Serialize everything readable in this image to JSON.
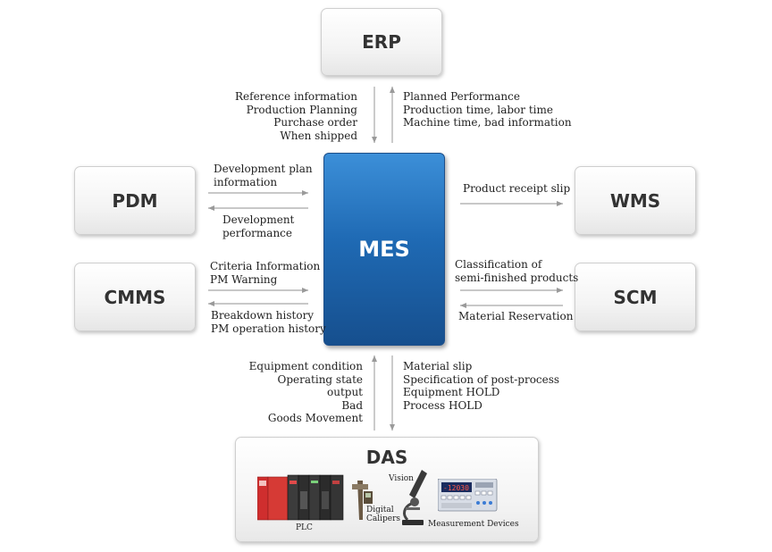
{
  "nodes": {
    "erp": "ERP",
    "pdm": "PDM",
    "wms": "WMS",
    "cmms": "CMMS",
    "scm": "SCM",
    "mes": "MES",
    "das": "DAS"
  },
  "flows": {
    "erp_to_mes": [
      "Reference information",
      "Production Planning",
      "Purchase order",
      "When shipped"
    ],
    "mes_to_erp": [
      "Planned Performance",
      "Production time, labor time",
      "Machine time, bad information"
    ],
    "pdm_to_mes": [
      "Development plan",
      "information"
    ],
    "mes_to_pdm": [
      "Development",
      "performance"
    ],
    "mes_to_wms": [
      "Product receipt slip"
    ],
    "cmms_to_mes": [
      "Criteria Information",
      "PM Warning"
    ],
    "mes_to_cmms": [
      "Breakdown history",
      "PM operation history"
    ],
    "mes_to_scm": [
      "Classification of",
      "semi-finished products"
    ],
    "scm_to_mes": [
      "Material Reservation"
    ],
    "das_to_mes": [
      "Equipment condition",
      "Operating state",
      "output",
      "Bad",
      "Goods Movement"
    ],
    "mes_to_das": [
      "Material slip",
      "Specification of post-process",
      "Equipment HOLD",
      "Process HOLD"
    ]
  },
  "das_devices": {
    "plc": "PLC",
    "calipers": [
      "Digital",
      "Calipers"
    ],
    "vision": "Vision",
    "measurement": "Measurement Devices",
    "meter_readout": "-12030"
  }
}
